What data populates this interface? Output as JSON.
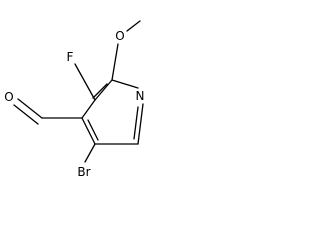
{
  "molecule": {
    "atoms": {
      "fluorine": "F",
      "methoxy_oxygen": "O",
      "ring_nitrogen": "N",
      "aldehyde_oxygen": "O",
      "bromine": "Br"
    }
  }
}
